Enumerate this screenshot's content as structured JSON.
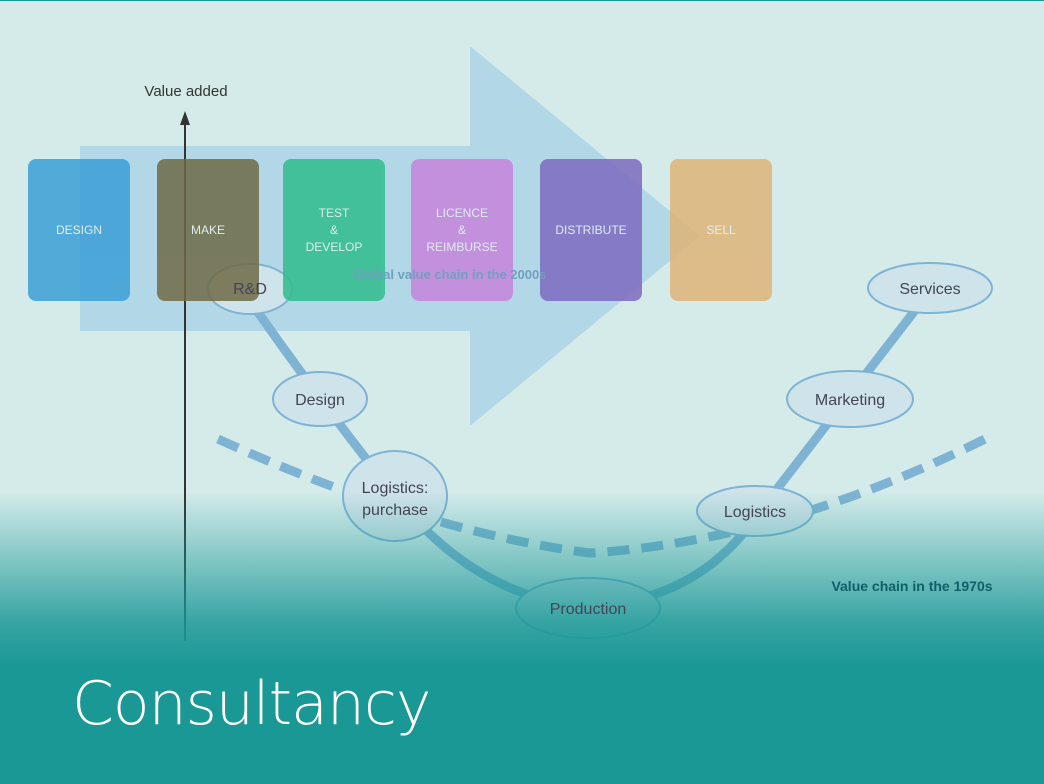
{
  "slide_title": "Consultancy",
  "axis_label": "Value added",
  "boxes": [
    {
      "label": "DESIGN",
      "color": "#3b9fd6"
    },
    {
      "label": "MAKE",
      "color": "#6f6a45"
    },
    {
      "label": "TEST\n&\nDEVELOP",
      "color": "#2fbd8c"
    },
    {
      "label": "LICENCE\n&\nREIMBURSE",
      "color": "#c784dc"
    },
    {
      "label": "DISTRIBUTE",
      "color": "#7d6ac0"
    },
    {
      "label": "SELL",
      "color": "#deb478"
    }
  ],
  "nodes": {
    "rd": "R&D",
    "design": "Design",
    "logistics_purchase_1": "Logistics:",
    "logistics_purchase_2": "purchase",
    "production": "Production",
    "logistics": "Logistics",
    "marketing": "Marketing",
    "services": "Services"
  },
  "annotations": {
    "global": "Global value chain in the 2000s",
    "seventies": "Value chain in the 1970s"
  }
}
